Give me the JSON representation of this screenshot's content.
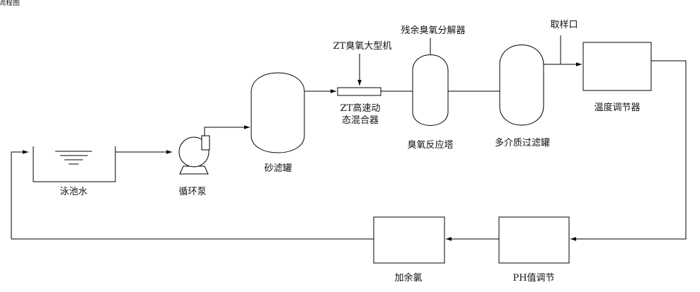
{
  "corner_text": "流程图",
  "labels": {
    "pool": "泳池水",
    "pump": "循环泵",
    "sand_filter": "砂滤罐",
    "ozone_generator": "ZT臭氧大型机",
    "mixer_line1": "ZT高速动",
    "mixer_line2": "态混合器",
    "residual_decomposer": "残余臭氧分解器",
    "reaction_tower": "臭氧反应塔",
    "multimedia_filter": "多介质过滤罐",
    "sampling_port": "取样口",
    "temp_regulator": "温度调节器",
    "ph_regulator": "PH值调节",
    "chlorine_dosing": "加余氯"
  }
}
